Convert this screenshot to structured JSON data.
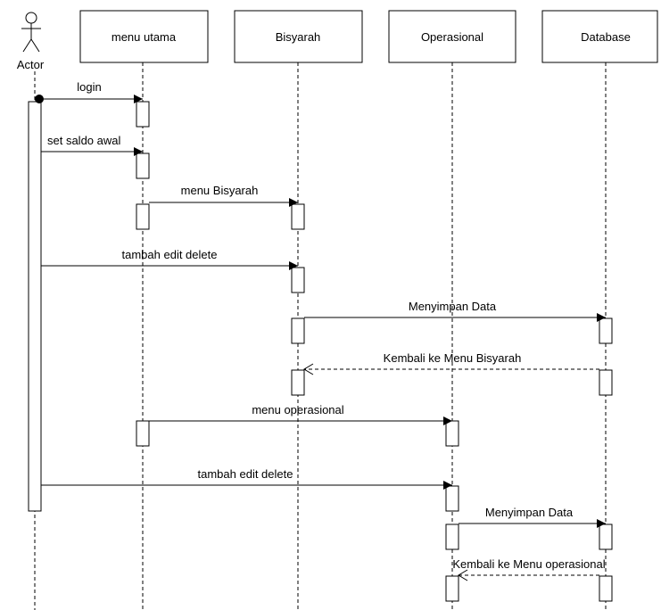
{
  "actor": {
    "label": "Actor"
  },
  "lifelines": [
    {
      "id": "menu-utama",
      "label": "menu utama"
    },
    {
      "id": "bisyarah",
      "label": "Bisyarah"
    },
    {
      "id": "operasional",
      "label": "Operasional"
    },
    {
      "id": "database",
      "label": "Database"
    }
  ],
  "messages": [
    {
      "label": "login",
      "from": "actor",
      "to": "menu-utama",
      "style": "sync-start"
    },
    {
      "label": "set saldo awal",
      "from": "actor",
      "to": "menu-utama",
      "style": "sync"
    },
    {
      "label": "menu Bisyarah",
      "from": "menu-utama",
      "to": "bisyarah",
      "style": "sync"
    },
    {
      "label": "tambah edit delete",
      "from": "actor",
      "to": "bisyarah",
      "style": "sync"
    },
    {
      "label": "Menyimpan Data",
      "from": "bisyarah",
      "to": "database",
      "style": "sync"
    },
    {
      "label": "Kembali ke Menu Bisyarah",
      "from": "database",
      "to": "bisyarah",
      "style": "return"
    },
    {
      "label": "menu operasional",
      "from": "menu-utama",
      "to": "operasional",
      "style": "sync"
    },
    {
      "label": "tambah edit delete",
      "from": "actor",
      "to": "operasional",
      "style": "sync"
    },
    {
      "label": "Menyimpan Data",
      "from": "operasional",
      "to": "database",
      "style": "sync"
    },
    {
      "label": "Kembali ke Menu operasional",
      "from": "database",
      "to": "operasional",
      "style": "return"
    }
  ],
  "colors": {
    "line": "#000000",
    "background": "#ffffff"
  }
}
